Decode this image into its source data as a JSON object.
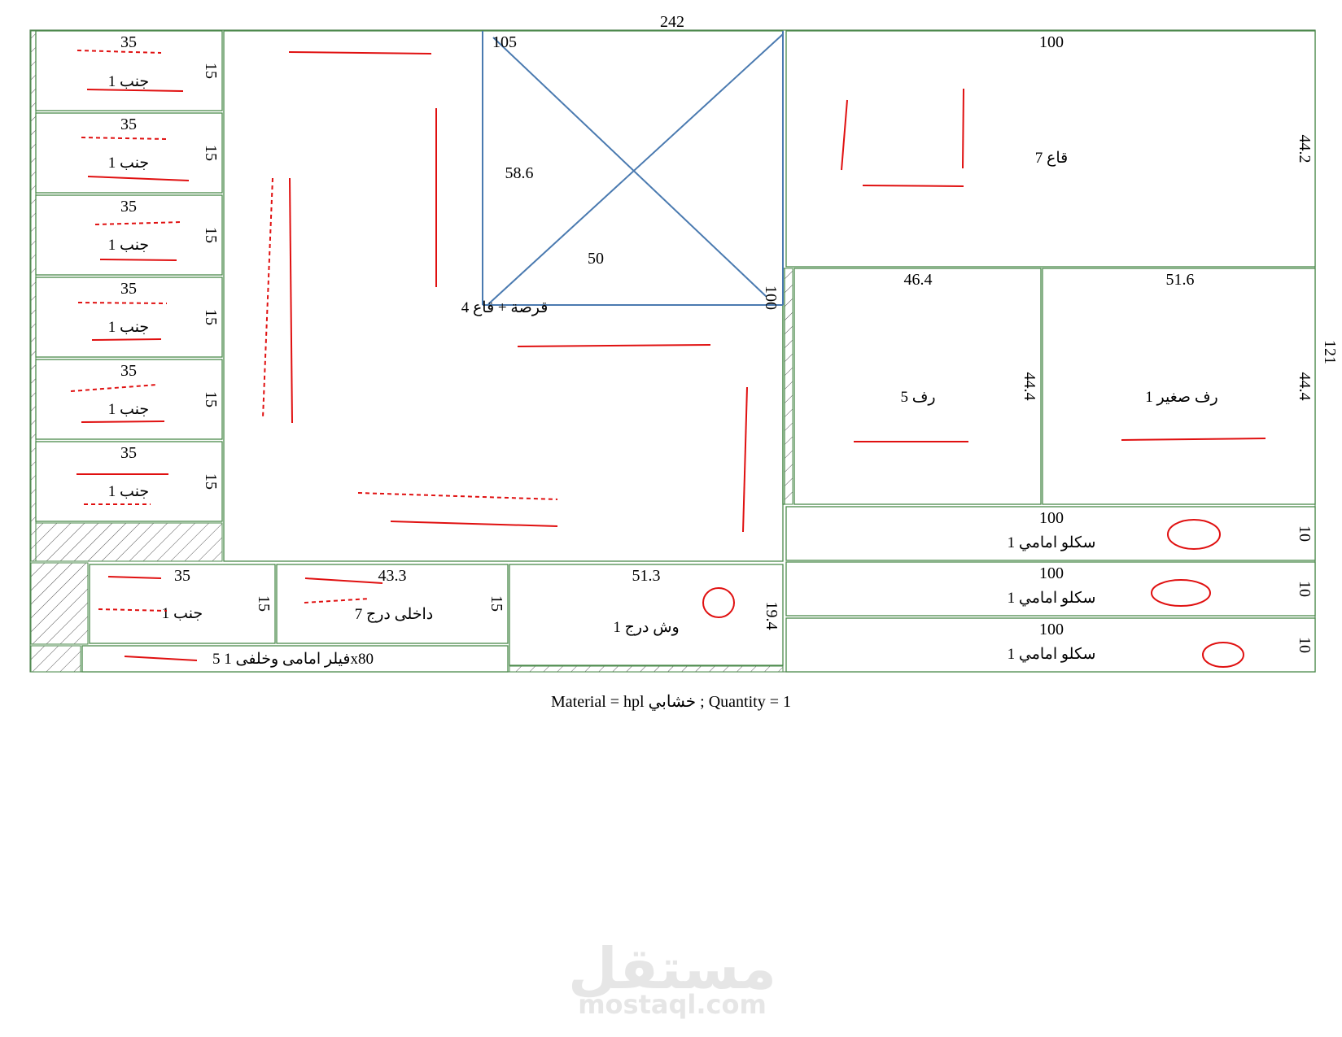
{
  "sheet": {
    "width_label": "242",
    "height_label": "121"
  },
  "parts": {
    "side_1": {
      "width": "35",
      "height": "15",
      "name": "جنب 1"
    },
    "side_2": {
      "width": "35",
      "height": "15",
      "name": "جنب 1"
    },
    "side_3": {
      "width": "35",
      "height": "15",
      "name": "جنب 1"
    },
    "side_4": {
      "width": "35",
      "height": "15",
      "name": "جنب 1"
    },
    "side_5": {
      "width": "35",
      "height": "15",
      "name": "جنب 1"
    },
    "side_6": {
      "width": "35",
      "height": "15",
      "name": "جنب 1"
    },
    "top_base": {
      "width": "105",
      "height": "100",
      "name": "قرصة + قاع 4",
      "inner_height": "58.6",
      "inner_width": "50"
    },
    "base_7": {
      "width": "100",
      "height": "44.2",
      "name": "قاع 7"
    },
    "shelf_5": {
      "width": "46.4",
      "height": "44.4",
      "name": "رف 5"
    },
    "small_shelf": {
      "width": "51.6",
      "height": "44.4",
      "name": "رف صغير 1"
    },
    "front_1": {
      "width": "100",
      "height": "10",
      "name": "سكلو امامي 1"
    },
    "front_2": {
      "width": "100",
      "height": "10",
      "name": "سكلو امامي 1"
    },
    "front_3": {
      "width": "100",
      "height": "10",
      "name": "سكلو امامي 1"
    },
    "side_7": {
      "width": "35",
      "height": "15",
      "name": "جنب 1"
    },
    "drawer_inner": {
      "width": "43.3",
      "height": "15",
      "name": "داخلى درج 7"
    },
    "drawer_face": {
      "width": "51.3",
      "height": "19.4",
      "name": "وش درج 1"
    },
    "filler": {
      "name": "فيلر امامى وخلفى 1 5x80"
    }
  },
  "footer": {
    "text": "Material = hpl خشابي ; Quantity = 1"
  },
  "watermark": {
    "arabic": "مستقل",
    "latin": "mostaql.com"
  },
  "colors": {
    "part_border": "#4a8a4a",
    "grain": "#e01010",
    "diagonal": "#4a7ab0"
  }
}
